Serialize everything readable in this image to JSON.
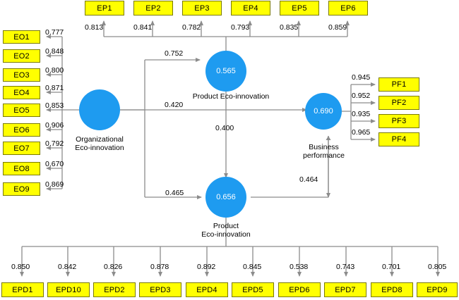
{
  "diagram": {
    "title": "PLS-SEM Structural Model",
    "colors": {
      "indicator_fill": "#FFFF00",
      "indicator_border": "#7a7a00",
      "latent_fill": "#1E9BF0",
      "arrow": "#8c8c8c",
      "text": "#000000"
    },
    "latent_variables": [
      {
        "id": "org-eco",
        "label": "Organizational\nEco-innovation",
        "value": ""
      },
      {
        "id": "ep-latent",
        "label": "Product Eco-innovation",
        "value": "0.565"
      },
      {
        "id": "epd-latent",
        "label": "Product\nEco-innovation",
        "value": "0.656"
      },
      {
        "id": "biz-perf",
        "label": "Business\nperformance",
        "value": "0.690"
      }
    ],
    "indicators": {
      "top": {
        "group": "EP",
        "boxes": [
          "EP1",
          "EP2",
          "EP3",
          "EP4",
          "EP5",
          "EP6"
        ],
        "loadings": [
          "0.813",
          "0.841",
          "0.782",
          "0.793",
          "0.835",
          "0.859"
        ]
      },
      "left": {
        "group": "EO",
        "boxes": [
          "EO1",
          "EO2",
          "EO3",
          "EO4",
          "EO5",
          "EO6",
          "EO7",
          "EO8",
          "EO9"
        ],
        "loadings": [
          "0.777",
          "0.848",
          "0.800",
          "0.871",
          "0.853",
          "0.906",
          "0.792",
          "0.670",
          "0.869"
        ]
      },
      "right": {
        "group": "PF",
        "boxes": [
          "PF1",
          "PF2",
          "PF3",
          "PF4"
        ],
        "loadings": [
          "0.945",
          "0.952",
          "0.935",
          "0.965"
        ]
      },
      "bottom": {
        "group": "EPD",
        "boxes": [
          "EPD1",
          "EPD10",
          "EPD2",
          "EPD3",
          "EPD4",
          "EPD5",
          "EPD6",
          "EPD7",
          "EPD8",
          "EPD9"
        ],
        "loadings": [
          "0.850",
          "0.842",
          "0.826",
          "0.878",
          "0.892",
          "0.845",
          "0.538",
          "0.743",
          "0.701",
          "0.805"
        ]
      }
    },
    "path_coefficients": [
      {
        "id": "org-to-ep",
        "value": "0.752",
        "from": "org-eco",
        "to": "ep-latent"
      },
      {
        "id": "org-to-biz",
        "value": "0.420",
        "from": "org-eco",
        "to": "biz-perf"
      },
      {
        "id": "ep-to-epd",
        "value": "0.400",
        "from": "ep-latent",
        "to": "epd-latent"
      },
      {
        "id": "org-to-epd",
        "value": "0.465",
        "from": "org-eco",
        "to": "epd-latent"
      },
      {
        "id": "epd-to-biz",
        "value": "0.464",
        "from": "epd-latent",
        "to": "biz-perf"
      }
    ]
  }
}
